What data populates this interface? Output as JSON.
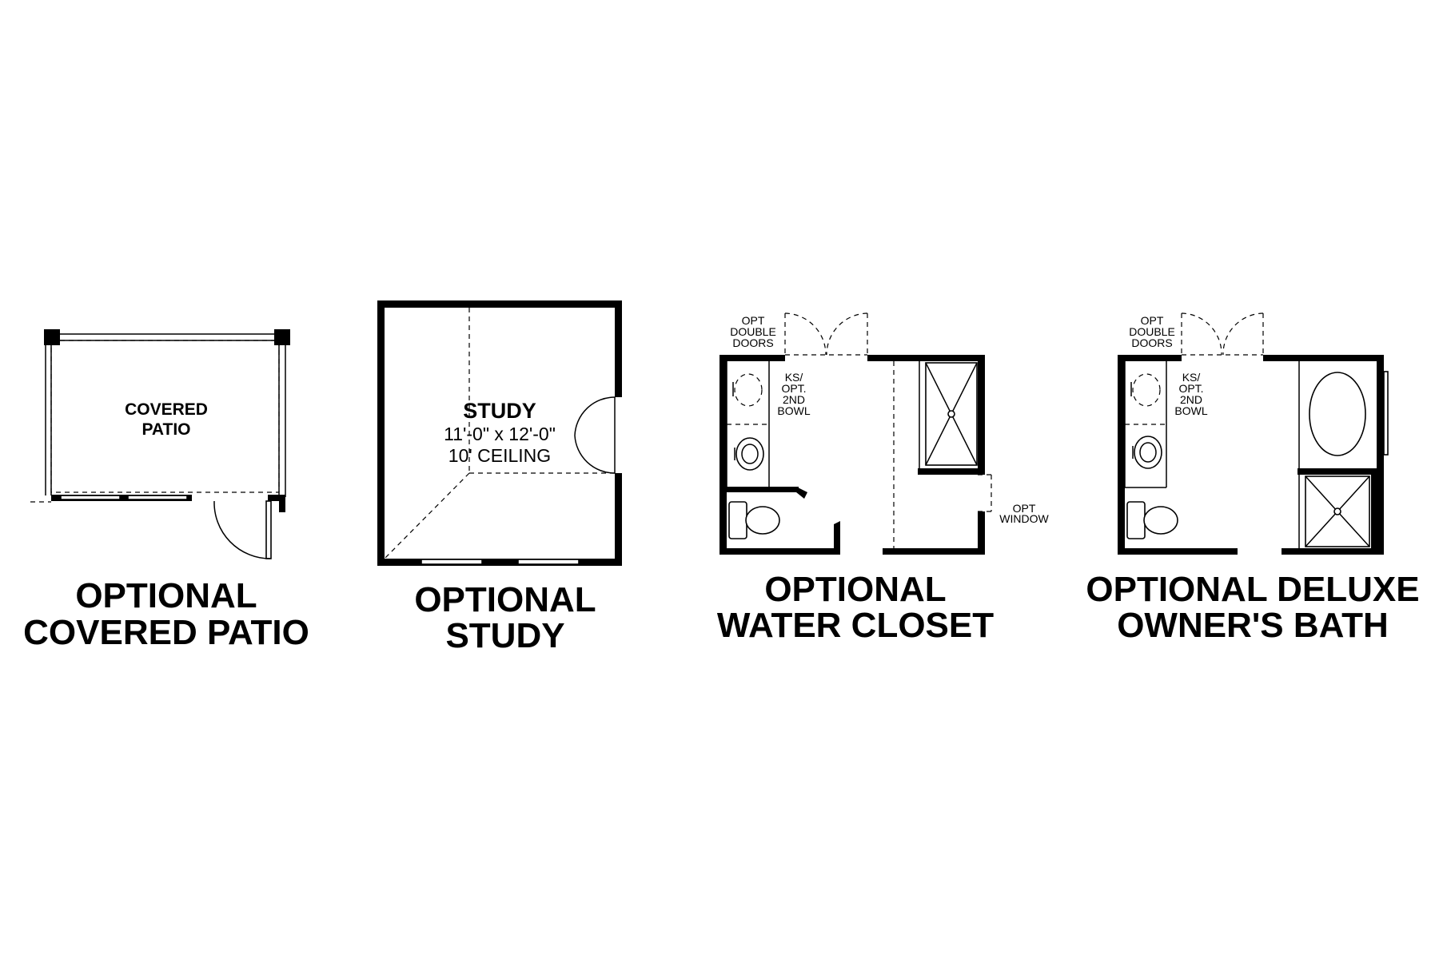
{
  "plans": {
    "patio": {
      "room_label_1": "COVERED",
      "room_label_2": "PATIO",
      "title_1": "OPTIONAL",
      "title_2": "COVERED PATIO"
    },
    "study": {
      "room_label": "STUDY",
      "dimensions": "11'-0\" x 12'-0\"",
      "ceiling": "10' CEILING",
      "title_1": "OPTIONAL",
      "title_2": "STUDY"
    },
    "water_closet": {
      "doors_note_1": "OPT",
      "doors_note_2": "DOUBLE",
      "doors_note_3": "DOORS",
      "sink_note_1": "KS/",
      "sink_note_2": "OPT.",
      "sink_note_3": "2ND",
      "sink_note_4": "BOWL",
      "window_note_1": "OPT",
      "window_note_2": "WINDOW",
      "title_1": "OPTIONAL",
      "title_2": "WATER CLOSET"
    },
    "deluxe_bath": {
      "doors_note_1": "OPT",
      "doors_note_2": "DOUBLE",
      "doors_note_3": "DOORS",
      "sink_note_1": "KS/",
      "sink_note_2": "OPT.",
      "sink_note_3": "2ND",
      "sink_note_4": "BOWL",
      "title_1": "OPTIONAL DELUXE",
      "title_2": "OWNER'S BATH"
    }
  }
}
